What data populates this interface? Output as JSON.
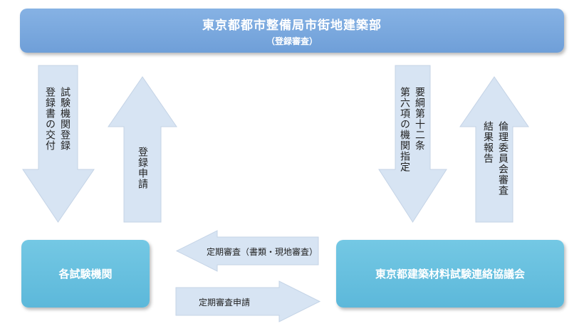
{
  "top_box": {
    "title": "東京都都市整備局市街地建築部",
    "subtitle": "（登録審査）"
  },
  "left_box": {
    "label": "各試験機関"
  },
  "right_box": {
    "label": "東京都建築材料試験連絡協議会"
  },
  "arrows": {
    "left_down": {
      "line1": "試験機関登録",
      "line2": "登録書の交付"
    },
    "left_up": {
      "label": "登録申請"
    },
    "right_down": {
      "line1": "要綱第十二条",
      "line2": "第六項の機関指定"
    },
    "right_up": {
      "line1": "倫理委員会審査",
      "line2": "結果報告"
    },
    "h_left": {
      "label": "定期審査（書類・現地審査）"
    },
    "h_right": {
      "label": "定期審査申請"
    }
  },
  "colors": {
    "top_box": "#7aa8de",
    "side_boxes": "#66bfe0",
    "arrow_fill": "#d7e4f3"
  }
}
